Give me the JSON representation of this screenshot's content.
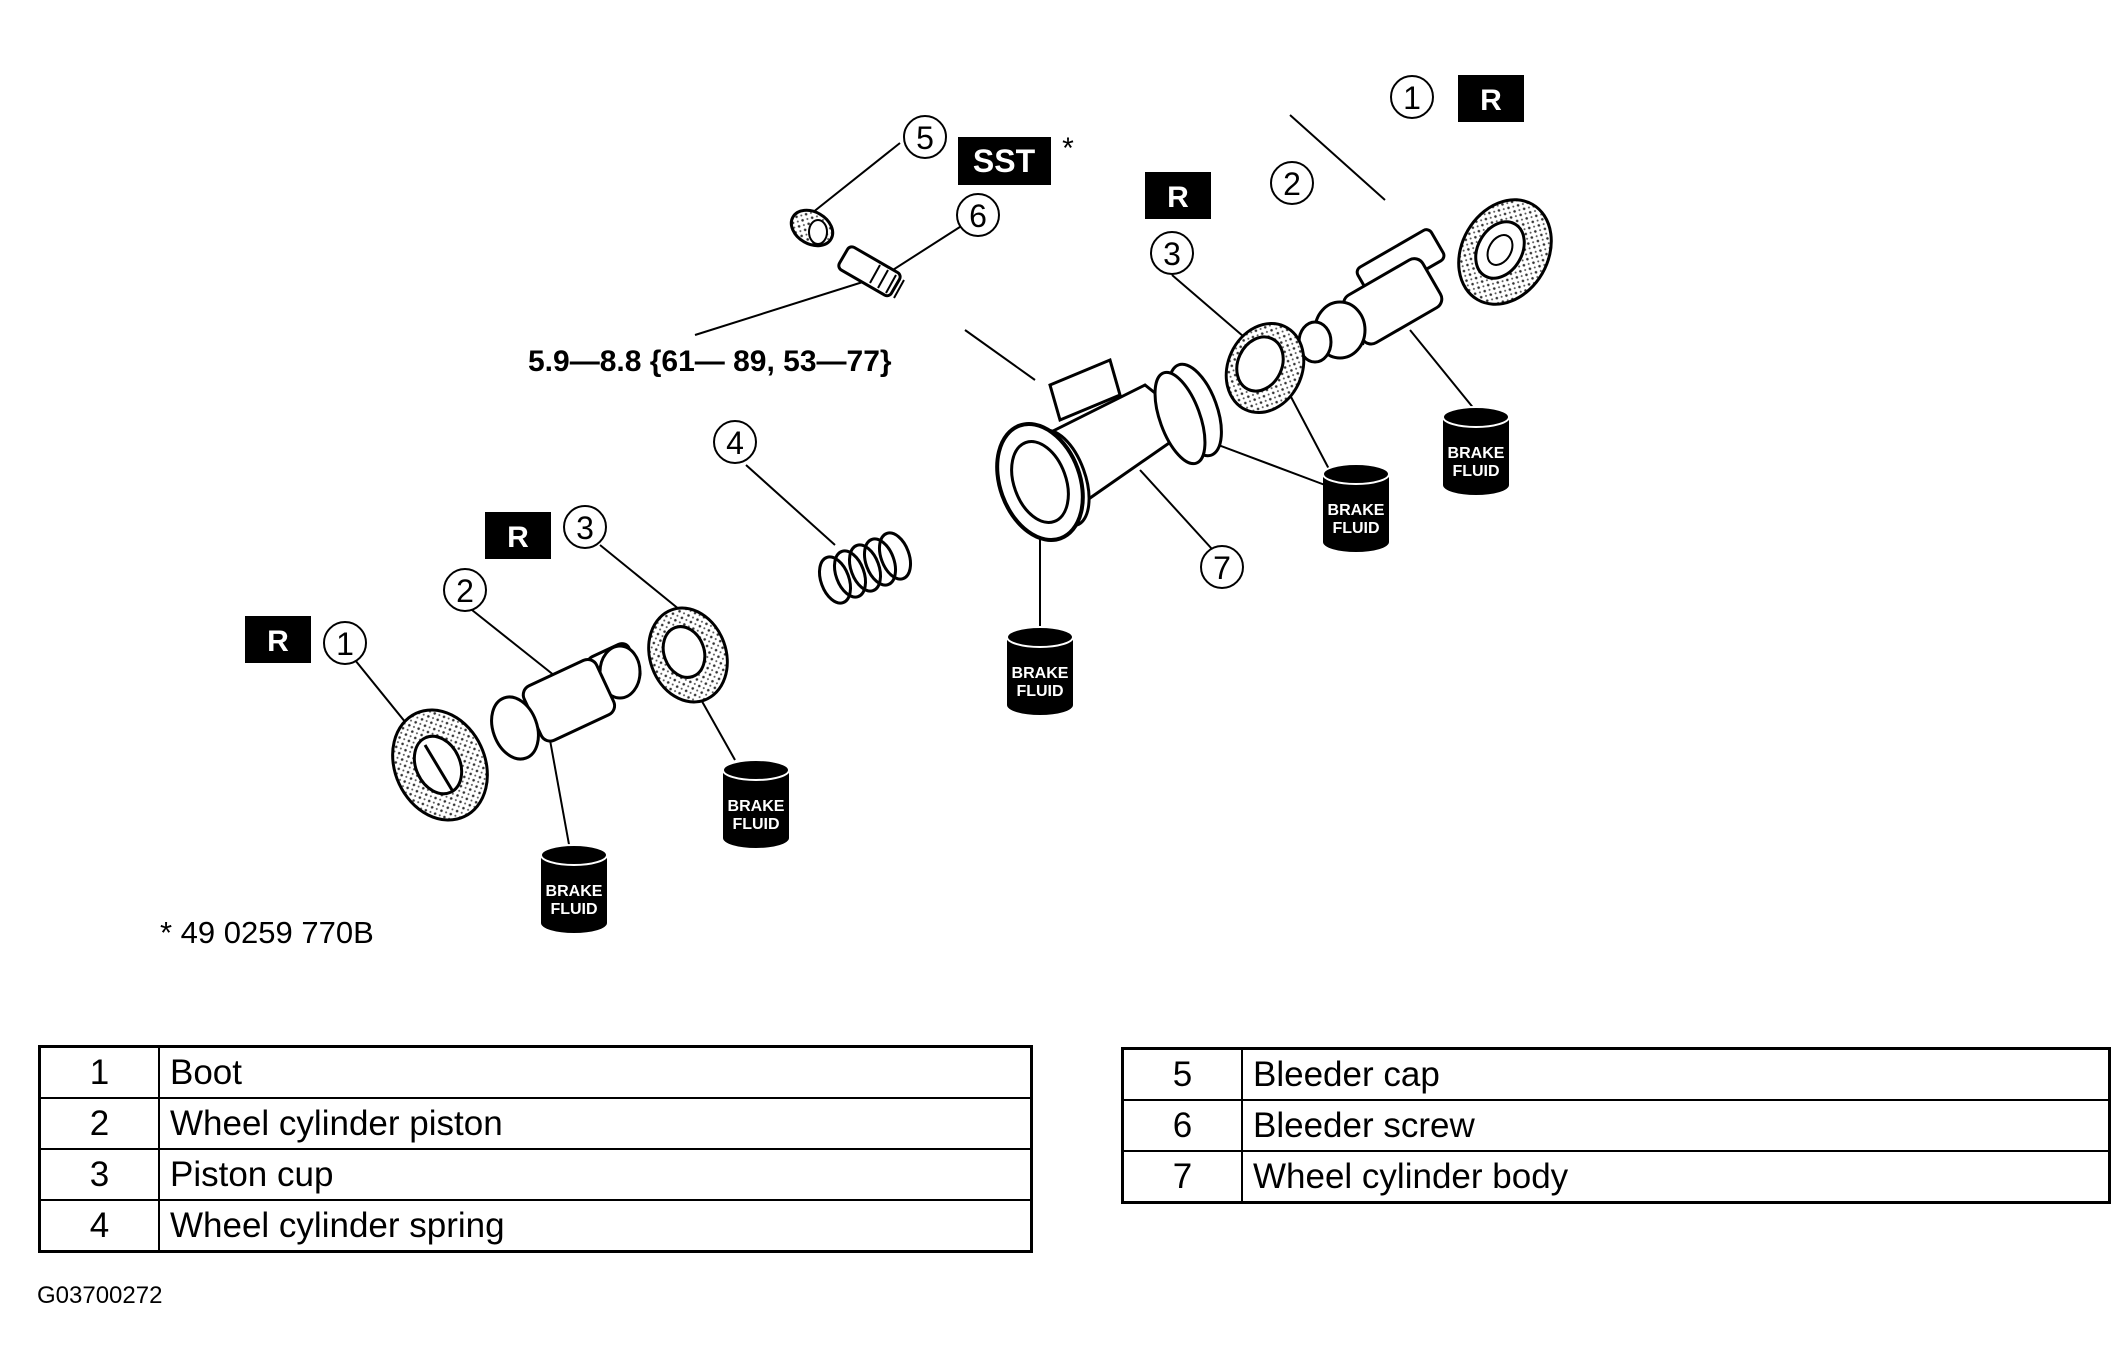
{
  "diagram": {
    "callouts": [
      "1",
      "2",
      "3",
      "4",
      "5",
      "6",
      "7"
    ],
    "r_badge": "R",
    "sst_badge": "SST",
    "sst_asterisk": "*",
    "brake_fluid_line1": "BRAKE",
    "brake_fluid_line2": "FLUID",
    "torque_spec": "5.9—8.8 {61— 89, 53—77}",
    "sst_note": "* 49 0259 770B"
  },
  "legend": {
    "left": [
      {
        "num": "1",
        "label": "Boot"
      },
      {
        "num": "2",
        "label": "Wheel cylinder piston"
      },
      {
        "num": "3",
        "label": "Piston cup"
      },
      {
        "num": "4",
        "label": "Wheel cylinder spring"
      }
    ],
    "right": [
      {
        "num": "5",
        "label": "Bleeder cap"
      },
      {
        "num": "6",
        "label": "Bleeder screw"
      },
      {
        "num": "7",
        "label": "Wheel cylinder body"
      }
    ]
  },
  "figure_id": "G03700272"
}
